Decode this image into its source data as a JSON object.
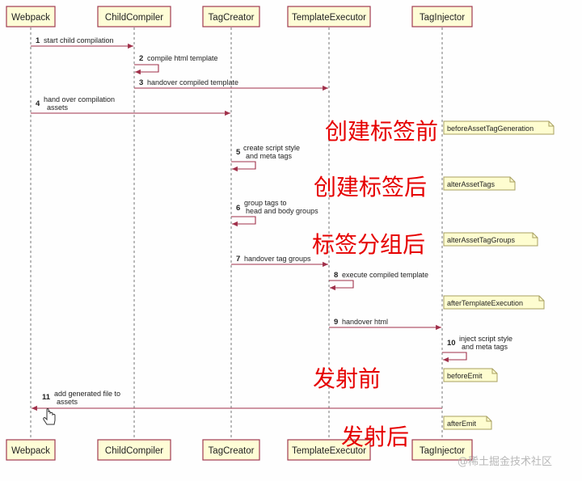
{
  "participants": [
    "Webpack",
    "ChildCompiler",
    "TagCreator",
    "TemplateExecutor",
    "TagInjector"
  ],
  "messages": [
    {
      "num": "1",
      "text": [
        "start child compilation"
      ]
    },
    {
      "num": "2",
      "text": [
        "compile html template"
      ]
    },
    {
      "num": "3",
      "text": [
        "handover compiled template"
      ]
    },
    {
      "num": "4",
      "text": [
        "hand over compilation",
        "assets"
      ]
    },
    {
      "num": "5",
      "text": [
        "create script style",
        "and meta tags"
      ]
    },
    {
      "num": "6",
      "text": [
        "group tags to",
        "head and body groups"
      ]
    },
    {
      "num": "7",
      "text": [
        "handover tag groups"
      ]
    },
    {
      "num": "8",
      "text": [
        "execute compiled template"
      ]
    },
    {
      "num": "9",
      "text": [
        "handover html"
      ]
    },
    {
      "num": "10",
      "text": [
        "inject script style",
        "and meta tags"
      ]
    },
    {
      "num": "11",
      "text": [
        "add generated file to",
        "assets"
      ]
    }
  ],
  "notes": [
    "beforeAssetTagGeneration",
    "alterAssetTags",
    "alterAssetTagGroups",
    "afterTemplateExecution",
    "beforeEmit",
    "afterEmit"
  ],
  "annotations": [
    "创建标签前",
    "创建标签后",
    "标签分组后",
    "发射前",
    "发射后"
  ],
  "watermark": "@稀土掘金技术社区",
  "colors": {
    "arrow": "#a0304a",
    "box_fill": "#fefdd6",
    "note_fill": "#fefdd0",
    "annotation": "#e60000"
  }
}
